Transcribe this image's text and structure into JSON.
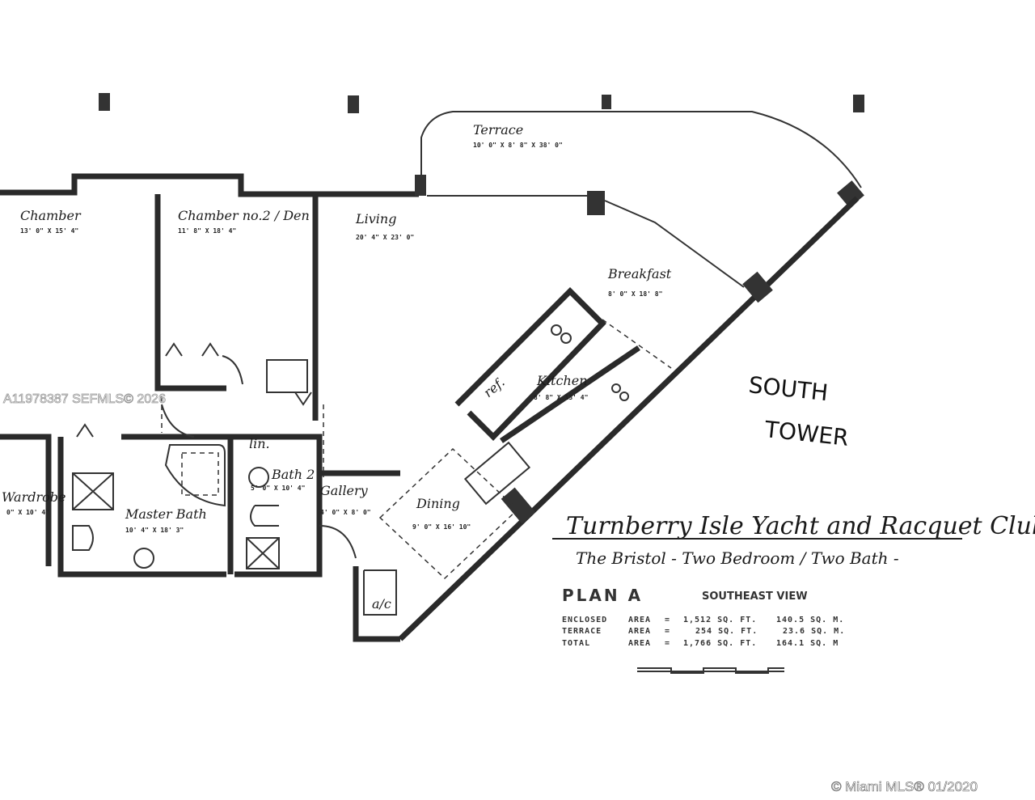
{
  "rooms": {
    "terrace": {
      "label": "Terrace",
      "dim": "10' 0\" X 8' 8\" X 38' 0\""
    },
    "chamber": {
      "label": "Chamber",
      "dim": "13' 0\" X 15' 4\""
    },
    "chamber2": {
      "label": "Chamber no.2 / Den",
      "dim": "11' 8\" X 18' 4\""
    },
    "living": {
      "label": "Living",
      "dim": "20' 4\" X 23' 0\""
    },
    "breakfast": {
      "label": "Breakfast",
      "dim": "8' 0\" X 18' 8\""
    },
    "kitchen": {
      "label": "Kitchen",
      "dim": "8' 8\" X 13' 4\""
    },
    "dining": {
      "label": "Dining",
      "dim": "9' 0\" X 16' 10\""
    },
    "gallery": {
      "label": "Gallery",
      "dim": "4' 0\" X 8' 0\""
    },
    "bath2": {
      "label": "Bath 2",
      "dim": "5' 0\" X 10' 4\""
    },
    "master_bath": {
      "label": "Master Bath",
      "dim": "10' 4\" X 18' 3\""
    },
    "wardrobe": {
      "label": "Wardrobe",
      "dim": "0\" X 10' 4\""
    },
    "linen": {
      "label": "lin."
    },
    "ref": {
      "label": "ref."
    },
    "ac": {
      "label": "a/c"
    }
  },
  "handwritten_note": {
    "line1": "SOUTH",
    "line2": "TOWER"
  },
  "title_block": {
    "title": "Turnberry Isle Yacht and Racquet Club",
    "subtitle": "The Bristol - Two Bedroom / Two Bath -",
    "plan": "PLAN A",
    "view": "SOUTHEAST VIEW",
    "areas": [
      {
        "name": "ENCLOSED",
        "label": "AREA",
        "sqft": "1,512 SQ. FT.",
        "sqm": "140.5 SQ. M."
      },
      {
        "name": "TERRACE",
        "label": "AREA",
        "sqft": "254 SQ. FT.",
        "sqm": "23.6 SQ. M."
      },
      {
        "name": "TOTAL",
        "label": "AREA",
        "sqft": "1,766 SQ. FT.",
        "sqm": "164.1 SQ. M"
      }
    ]
  },
  "watermark": "A11978387 SEFMLS© 2026",
  "copyright": "© Miami MLS® 01/2020"
}
